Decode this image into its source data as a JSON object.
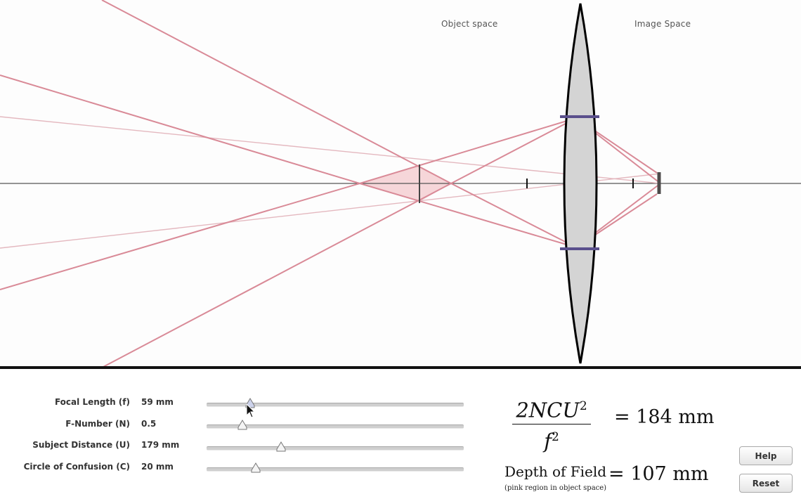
{
  "diagram": {
    "object_space_label": "Object space",
    "image_space_label": "Image Space"
  },
  "controls": [
    {
      "label": "Focal Length (f)",
      "value": "59 mm",
      "level": 0.17
    },
    {
      "label": "F-Number (N)",
      "value": "0.5",
      "level": 0.14
    },
    {
      "label": "Subject Distance (U)",
      "value": "179 mm",
      "level": 0.29
    },
    {
      "label": "Circle of Confusion (C)",
      "value": "20 mm",
      "level": 0.19
    }
  ],
  "formula": {
    "numerator": "2NCU",
    "numerator_exp": "2",
    "denominator": "f",
    "denominator_exp": "2",
    "result": "= 184 mm"
  },
  "depth_of_field": {
    "label": "Depth of Field",
    "note": "(pink region in object space)",
    "result": "= 107 mm"
  },
  "buttons": {
    "help": "Help",
    "reset": "Reset"
  },
  "colors": {
    "ray": "#d98a97",
    "ray_faint": "#e4b8bf",
    "dof_fill": "#f3c8cc",
    "lens_fill": "#d4d4d4",
    "aperture": "#5a4f8c",
    "axis": "#555555"
  }
}
